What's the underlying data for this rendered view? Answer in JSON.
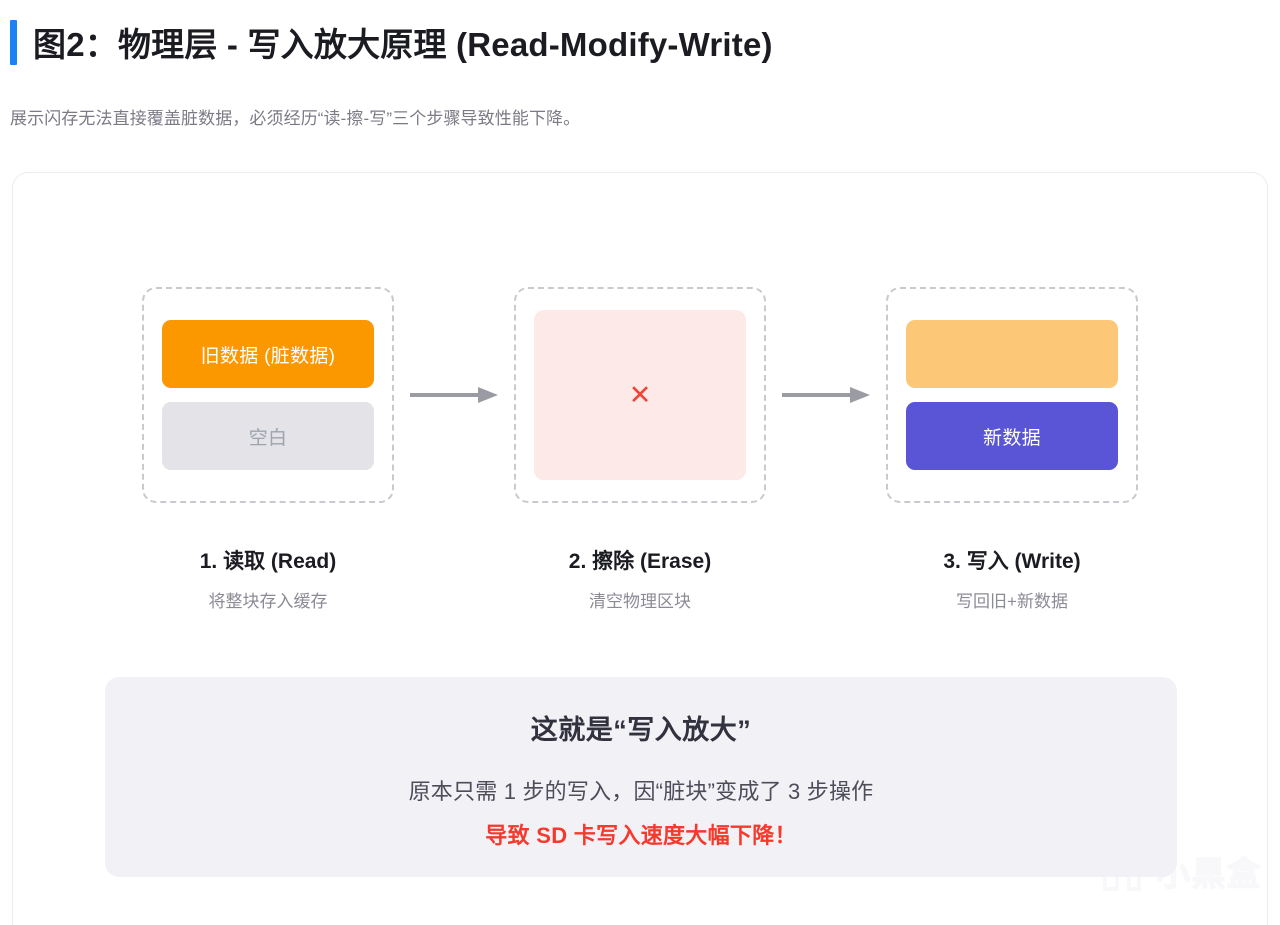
{
  "header": {
    "title": "图2：物理层 - 写入放大原理 (Read-Modify-Write)",
    "subtitle": "展示闪存无法直接覆盖脏数据，必须经历“读-擦-写”三个步骤导致性能下降。",
    "accent_color": "#1a84f5"
  },
  "diagram": {
    "steps": [
      {
        "id": "read",
        "title": "1. 读取 (Read)",
        "desc": "将整块存入缓存",
        "bars": [
          {
            "label": "旧数据 (脏数据)",
            "color": "#fb9800",
            "text_color": "#ffffff"
          },
          {
            "label": "空白",
            "color": "#e3e3e8",
            "text_color": "#9ea3ae"
          }
        ]
      },
      {
        "id": "erase",
        "title": "2. 擦除 (Erase)",
        "desc": "清空物理区块",
        "surface_color": "#fde9e7",
        "icon": "cross-icon",
        "icon_glyph": "✕",
        "icon_color": "#f04438"
      },
      {
        "id": "write",
        "title": "3. 写入 (Write)",
        "desc": "写回旧+新数据",
        "bars": [
          {
            "label": "",
            "color": "#fcc878",
            "text_color": "#ffffff"
          },
          {
            "label": "新数据",
            "color": "#5a54d6",
            "text_color": "#ffffff"
          }
        ]
      }
    ],
    "arrow_color": "#9b9ba3",
    "arrow_count": 2
  },
  "conclusion": {
    "title": "这就是“写入放大”",
    "line": "原本只需 1 步的写入，因“脏块”变成了 3 步操作",
    "warning": "导致 SD 卡写入速度大幅下降！",
    "background": "#f2f1f6",
    "warning_color": "#f5392c"
  },
  "watermark": {
    "text": "小黑盒",
    "logo": "xiaoheihe-logo-icon"
  }
}
